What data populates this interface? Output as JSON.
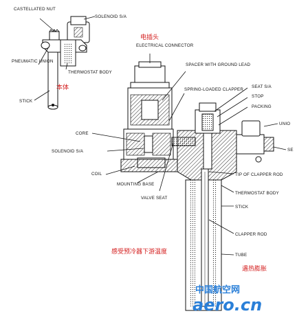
{
  "labels": {
    "castellated_nut": "CASTELLATED NUT",
    "solenoid_sa_top": "SOLENOID S/A",
    "pneumatic_union": "PNEUMATIC UNION",
    "thermostat_body_top": "THERMOSTAT BODY",
    "stick_top": "STICK",
    "electrical_connector": "ELECTRICAL CONNECTOR",
    "spacer_ground_lead": "SPACER WITH GROUND LEAD",
    "spring_loaded_clapper": "SPRING-LOADED CLAPPER",
    "seat_sa": "SEAT S/A",
    "stop": "STOP",
    "packing": "PACKING",
    "union": "UNIO",
    "se": "SE",
    "core": "CORE",
    "solenoid_sa_left": "SOLENOID S/A",
    "coil": "COIL",
    "mounting_base": "MOUNTING BASE",
    "valve_seat": "VALVE SEAT",
    "tip_of_clapper_rod": "TIP OF CLAPPER ROD",
    "thermostat_body": "THERMOSTAT BODY",
    "stick": "STICK",
    "clapper_rod": "CLAPPER ROD",
    "tube": "TUBE"
  },
  "chinese_labels": {
    "electric_plug": "电插头",
    "body": "本体",
    "sensing_temp": "感受预冷器下游温度",
    "thermal_expansion": "遇热膨胀"
  },
  "watermark": {
    "top": "中国航空网",
    "bottom": "aero.cn"
  },
  "colors": {
    "annotation_red": "#d42020",
    "watermark_blue": "#2a7fd8"
  }
}
